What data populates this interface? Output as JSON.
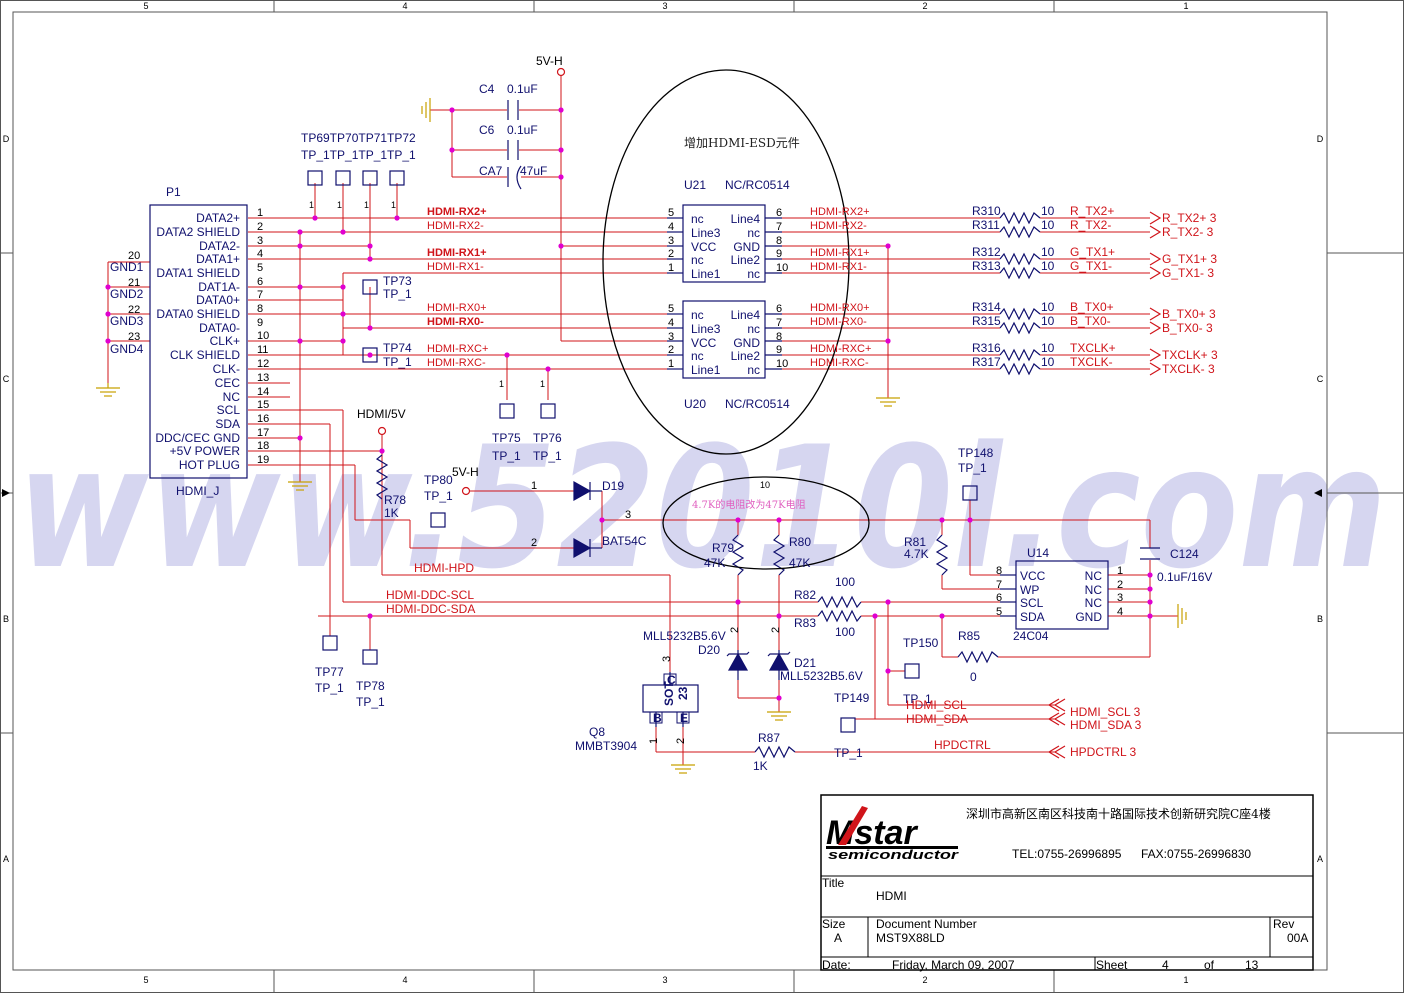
{
  "frame": {
    "col_top": [
      "5",
      "4",
      "3",
      "2",
      "1"
    ],
    "col_bottom": [
      "5",
      "4",
      "3",
      "2",
      "1"
    ],
    "row_left": [
      "D",
      "C",
      "B",
      "A"
    ],
    "row_right": [
      "D",
      "C",
      "B",
      "A"
    ]
  },
  "watermark": "www.52010l.com",
  "p1": {
    "ref": "P1",
    "part": "HDMI_J",
    "pins": [
      {
        "name": "DATA2+",
        "num": "1"
      },
      {
        "name": "DATA2 SHIELD",
        "num": "2"
      },
      {
        "name": "DATA2-",
        "num": "3"
      },
      {
        "name": "DATA1+",
        "num": "4"
      },
      {
        "name": "DATA1 SHIELD",
        "num": "5"
      },
      {
        "name": "DAT1A-",
        "num": "6"
      },
      {
        "name": "DATA0+",
        "num": "7"
      },
      {
        "name": "DATA0 SHIELD",
        "num": "8"
      },
      {
        "name": "DATA0-",
        "num": "9"
      },
      {
        "name": "CLK+",
        "num": "10"
      },
      {
        "name": "CLK SHIELD",
        "num": "11"
      },
      {
        "name": "CLK-",
        "num": "12"
      },
      {
        "name": "CEC",
        "num": "13"
      },
      {
        "name": "NC",
        "num": "14"
      },
      {
        "name": "SCL",
        "num": "15"
      },
      {
        "name": "SDA",
        "num": "16"
      },
      {
        "name": "DDC/CEC GND",
        "num": "17"
      },
      {
        "name": "+5V POWER",
        "num": "18"
      },
      {
        "name": "HOT PLUG",
        "num": "19"
      }
    ],
    "gnd_pins": [
      {
        "name": "GND1",
        "num": "20"
      },
      {
        "name": "GND2",
        "num": "21"
      },
      {
        "name": "GND3",
        "num": "22"
      },
      {
        "name": "GND4",
        "num": "23"
      }
    ]
  },
  "tp_top": {
    "refs": "TP69TP70TP71TP72",
    "values": "TP_1TP_1TP_1TP_1"
  },
  "pin_one": "1",
  "testpoints": {
    "tp73": {
      "ref": "TP73",
      "val": "TP_1"
    },
    "tp74": {
      "ref": "TP74",
      "val": "TP_1"
    },
    "tp75": {
      "ref": "TP75",
      "val": "TP_1"
    },
    "tp76": {
      "ref": "TP76",
      "val": "TP_1"
    },
    "tp77": {
      "ref": "TP77",
      "val": "TP_1"
    },
    "tp78": {
      "ref": "TP78",
      "val": "TP_1"
    },
    "tp80": {
      "ref": "TP80",
      "val": "TP_1"
    },
    "tp148": {
      "ref": "TP148",
      "val": "TP_1"
    },
    "tp149": {
      "ref": "TP149",
      "val": "TP_1"
    },
    "tp150": {
      "ref": "TP150",
      "val": "TP_1"
    }
  },
  "power": {
    "v5h": "5V-H",
    "v5h_2": "5V-H",
    "hdmi5v": "HDMI/5V"
  },
  "caps": {
    "c4": {
      "ref": "C4",
      "val": "0.1uF"
    },
    "c6": {
      "ref": "C6",
      "val": "0.1uF"
    },
    "ca7": {
      "ref": "CA7",
      "val": "47uF"
    },
    "c124": {
      "ref": "C124",
      "val": "0.1uF/16V"
    }
  },
  "esd_note": "增加HDMI-ESD元件",
  "u21": {
    "ref": "U21",
    "part": "NC/RC0514"
  },
  "u20": {
    "ref": "U20",
    "part": "NC/RC0514"
  },
  "esd_pins_left": [
    {
      "name": "nc",
      "num": "5"
    },
    {
      "name": "Line3",
      "num": "4"
    },
    {
      "name": "VCC",
      "num": "3"
    },
    {
      "name": "nc",
      "num": "2"
    },
    {
      "name": "Line1",
      "num": "1"
    }
  ],
  "esd_pins_right": [
    {
      "name": "Line4",
      "num": "6"
    },
    {
      "name": "nc",
      "num": "7"
    },
    {
      "name": "GND",
      "num": "8"
    },
    {
      "name": "Line2",
      "num": "9"
    },
    {
      "name": "nc",
      "num": "10"
    }
  ],
  "nets_in": {
    "rx2p": "HDMI-RX2+",
    "rx2n": "HDMI-RX2-",
    "rx1p": "HDMI-RX1+",
    "rx1n": "HDMI-RX1-",
    "rx0p": "HDMI-RX0+",
    "rx0n": "HDMI-RX0-",
    "rxcp": "HDMI-RXC+",
    "rxcn": "HDMI-RXC-"
  },
  "nets_mid": {
    "rx2p": "HDMI-RX2+",
    "rx2n": "HDMI-RX2-",
    "rx1p": "HDMI-RX1+",
    "rx1n": "HDMI-RX1-",
    "rx0p": "HDMI-RX0+",
    "rx0n": "HDMI-RX0-",
    "rxcp": "HDMI-RXC+",
    "rxcn": "HDMI-RXC-"
  },
  "series_resistors": [
    {
      "ref": "R310",
      "val": "10",
      "net": "R_TX2+",
      "port": "R_TX2+  3"
    },
    {
      "ref": "R311",
      "val": "10",
      "net": "R_TX2-",
      "port": "R_TX2-  3"
    },
    {
      "ref": "R312",
      "val": "10",
      "net": "G_TX1+",
      "port": "G_TX1+  3"
    },
    {
      "ref": "R313",
      "val": "10",
      "net": "G_TX1-",
      "port": "G_TX1-  3"
    },
    {
      "ref": "R314",
      "val": "10",
      "net": "B_TX0+",
      "port": "B_TX0+  3"
    },
    {
      "ref": "R315",
      "val": "10",
      "net": "B_TX0-",
      "port": "B_TX0-  3"
    },
    {
      "ref": "R316",
      "val": "10",
      "net": "TXCLK+",
      "port": "TXCLK+  3"
    },
    {
      "ref": "R317",
      "val": "10",
      "net": "TXCLK-",
      "port": "TXCLK-  3"
    }
  ],
  "r78": {
    "ref": "R78",
    "val": "1K"
  },
  "d19": {
    "ref": "D19",
    "part": "BAT54C",
    "pin1": "1",
    "pin2": "2",
    "pin3": "3"
  },
  "note2_value": "10",
  "note2": "4.7K的电阻改为47K电阻",
  "r79": {
    "ref": "R79",
    "val": "47K"
  },
  "r80": {
    "ref": "R80",
    "val": "47K"
  },
  "r81": {
    "ref": "R81",
    "val": "4.7K"
  },
  "r82": {
    "ref": "R82",
    "val": "100"
  },
  "r83": {
    "ref": "R83",
    "val": "100"
  },
  "r85": {
    "ref": "R85",
    "val": "0"
  },
  "r87": {
    "ref": "R87",
    "val": "1K"
  },
  "d20": {
    "ref": "D20",
    "part": "MLL5232B5.6V",
    "pin": "2"
  },
  "d21": {
    "ref": "D21",
    "part": "MLL5232B5.6V",
    "pin": "2"
  },
  "q8": {
    "ref": "Q8",
    "part": "MMBT3904",
    "pkg": "SOT",
    "pkg2": "23",
    "pinB": "B",
    "pinC": "C",
    "pinE": "E",
    "n3": "3",
    "n1": "1",
    "n2": "2"
  },
  "u14": {
    "ref": "U14",
    "part": "24C04",
    "left": [
      {
        "name": "VCC",
        "num": "8"
      },
      {
        "name": "WP",
        "num": "7"
      },
      {
        "name": "SCL",
        "num": "6"
      },
      {
        "name": "SDA",
        "num": "5"
      }
    ],
    "right": [
      {
        "name": "NC",
        "num": "1"
      },
      {
        "name": "NC",
        "num": "2"
      },
      {
        "name": "NC",
        "num": "3"
      },
      {
        "name": "GND",
        "num": "4"
      }
    ]
  },
  "net_labels": {
    "hpd": "HDMI-HPD",
    "ddc_scl": "HDMI-DDC-SCL",
    "ddc_sda": "HDMI-DDC-SDA",
    "hdmi_scl": "HDMI_SCL",
    "hdmi_sda": "HDMI_SDA",
    "hpdctrl": "HPDCTRL"
  },
  "ports": {
    "hdmi_scl": "HDMI_SCL   3",
    "hdmi_sda": "HDMI_SDA   3",
    "hpdctrl": "HPDCTRL   3"
  },
  "title_block": {
    "logo": "Mstar",
    "logo_sub": "semiconductor",
    "address": "深圳市高新区南区科技南十路国际技术创新研究院C座4楼",
    "tel": "TEL:0755-26996895",
    "fax": "FAX:0755-26996830",
    "title_label": "Title",
    "title": "HDMI",
    "size_label": "Size",
    "size": "A",
    "docnum_label": "Document Number",
    "docnum": "MST9X88LD",
    "rev_label": "Rev",
    "rev": "00A",
    "date_label": "Date:",
    "date": "Friday, March 09, 2007",
    "sheet_label": "Sheet",
    "sheet": "4",
    "of_label": "of",
    "total": "13"
  },
  "colors": {
    "wire": "#d0141a",
    "symbol": "#10106e",
    "junction": "#e000d0",
    "power": "#d0141a",
    "ground": "#c8a000",
    "watermark": "#c9c9ec"
  }
}
